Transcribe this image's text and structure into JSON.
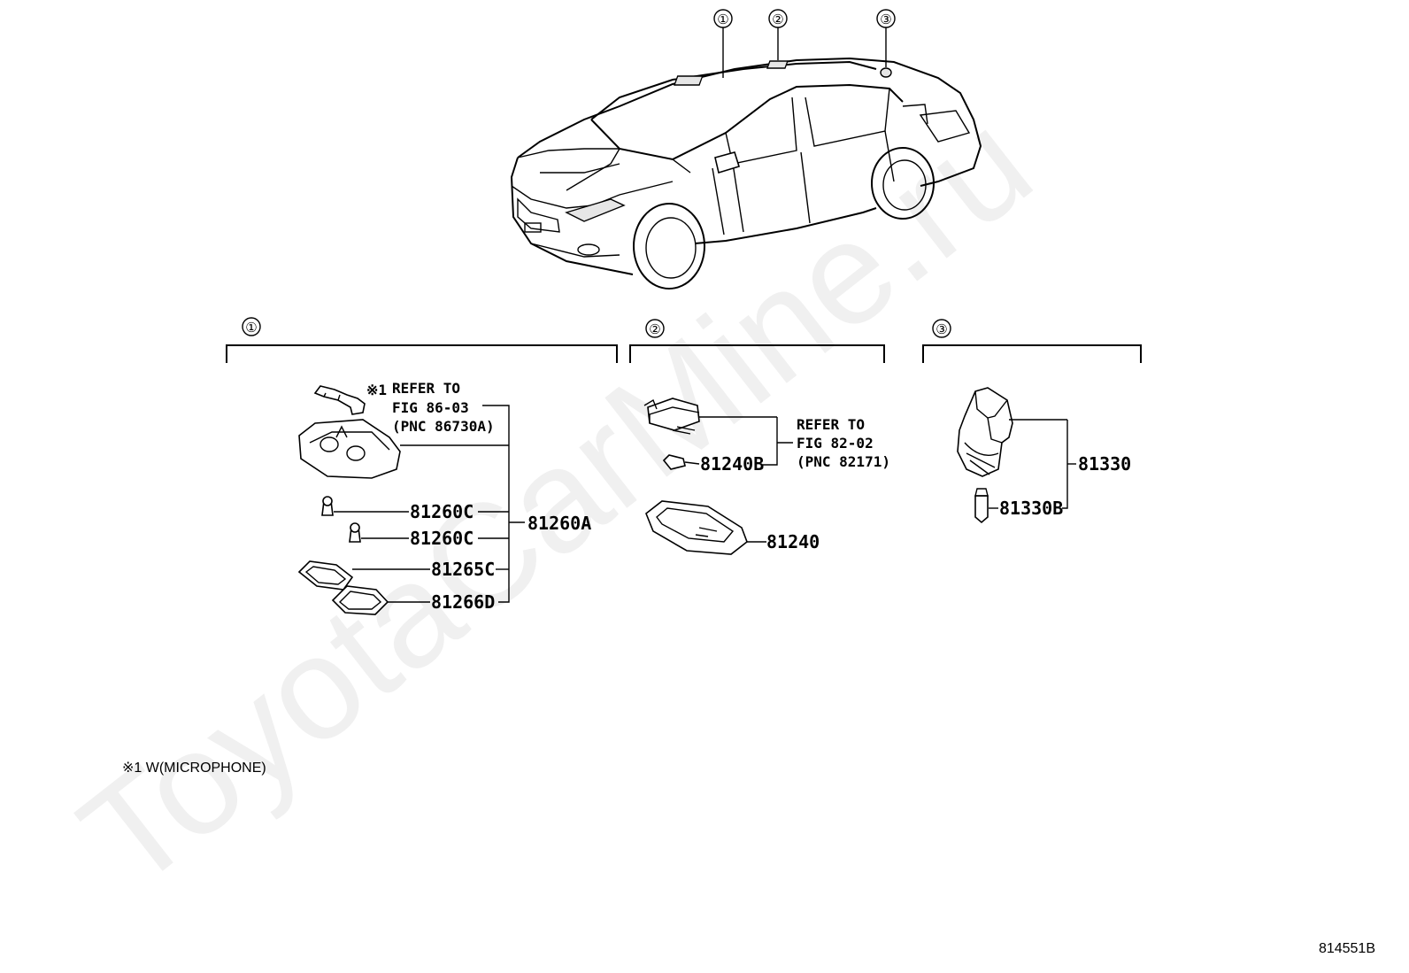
{
  "watermark": "ToyotaCarMine.ru",
  "figure_id": "814551B",
  "footnote": "※1 W(MICROPHONE)",
  "car_callouts": [
    "①",
    "②",
    "③"
  ],
  "groups": [
    {
      "number": "①",
      "note_mark": "※1",
      "reference": [
        "REFER TO",
        "FIG 86-03",
        "(PNC 86730A)"
      ],
      "assembly": "81260A",
      "parts": [
        "81260C",
        "81260C",
        "81265C",
        "81266D"
      ]
    },
    {
      "number": "②",
      "reference": [
        "REFER TO",
        "FIG 82-02",
        "(PNC 82171)"
      ],
      "parts": [
        "81240B",
        "81240"
      ]
    },
    {
      "number": "③",
      "assembly": "81330",
      "parts": [
        "81330B"
      ]
    }
  ]
}
